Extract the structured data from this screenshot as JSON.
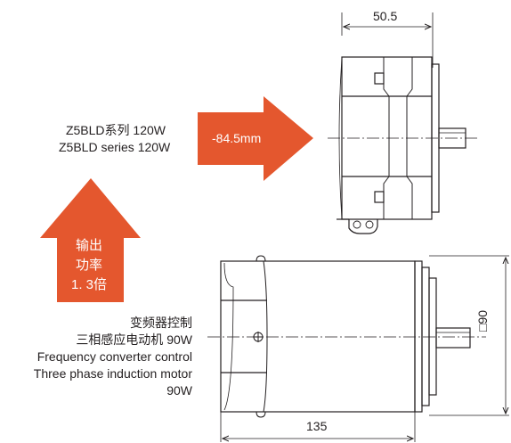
{
  "series_label": {
    "line1": "Z5BLD系列  120W",
    "line2": "Z5BLD series 120W"
  },
  "arrow_right": {
    "label": "-84.5mm",
    "color": "#e4572e"
  },
  "arrow_up": {
    "line1": "输出",
    "line2": "功率",
    "line3": "1. 3倍",
    "color": "#e4572e"
  },
  "motor_label": {
    "line1": "变频器控制",
    "line2": "三相感应电动机 90W",
    "line3": "Frequency converter control",
    "line4": "Three phase induction motor",
    "line5": "90W"
  },
  "dimensions": {
    "top_width": "50.5",
    "bottom_length": "135",
    "side_square": "□90"
  }
}
